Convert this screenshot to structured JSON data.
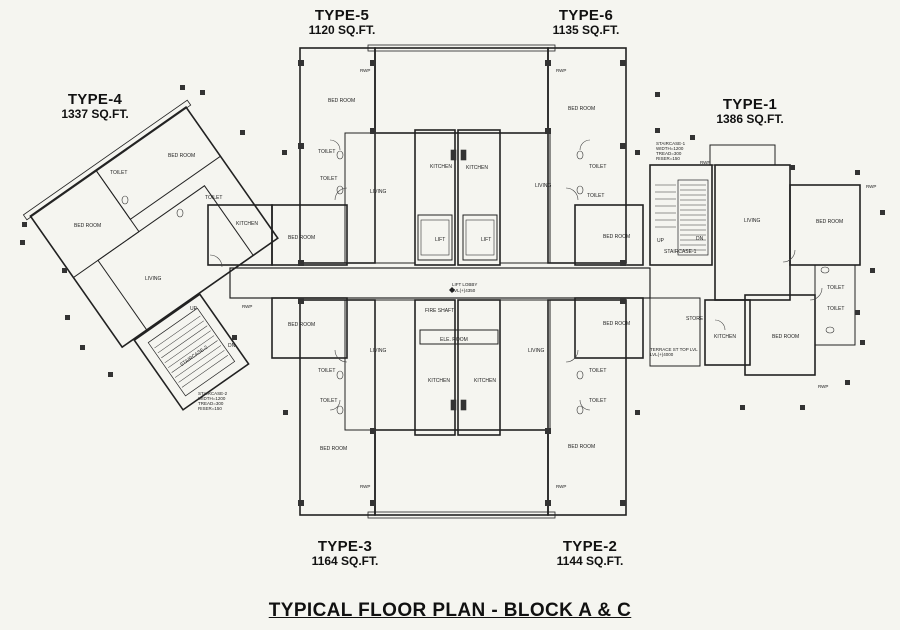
{
  "units": [
    {
      "type": "TYPE-5",
      "area": "1120 SQ.FT."
    },
    {
      "type": "TYPE-6",
      "area": "1135 SQ.FT."
    },
    {
      "type": "TYPE-4",
      "area": "1337 SQ.FT."
    },
    {
      "type": "TYPE-1",
      "area": "1386 SQ.FT."
    },
    {
      "type": "TYPE-3",
      "area": "1164 SQ.FT."
    },
    {
      "type": "TYPE-2",
      "area": "1144 SQ.FT."
    }
  ],
  "plan_title": "TYPICAL FLOOR PLAN - BLOCK A & C",
  "rooms": {
    "bed_room": "BED ROOM",
    "living": "LIVING",
    "kitchen": "KITCHEN",
    "toilet": "TOILET",
    "lift": "LIFT",
    "store": "STORE",
    "fire_shaft": "FIRE SHAFT",
    "ele_room": "ELE. ROOM",
    "staircase_1": "STAIRCASE-1",
    "staircase_2": "STAIRCASE-2",
    "up": "UP",
    "dn": "DN",
    "rwp": "RWP",
    "lift_lobby": "LIFT LOBBY",
    "lift_lobby_level": "LVL(+)4350",
    "terrace": "TERRACE ST TOP LVL",
    "terrace_level": "LVL(+)4000"
  },
  "notes": {
    "staircase_1_spec": [
      "STAIRCASE-1",
      "WIDTH=1200",
      "TREAD=300",
      "RISER=150"
    ],
    "staircase_2_spec": [
      "STAIRCASE-2",
      "WIDTH=1200",
      "TREAD=300",
      "RISER=150"
    ]
  }
}
